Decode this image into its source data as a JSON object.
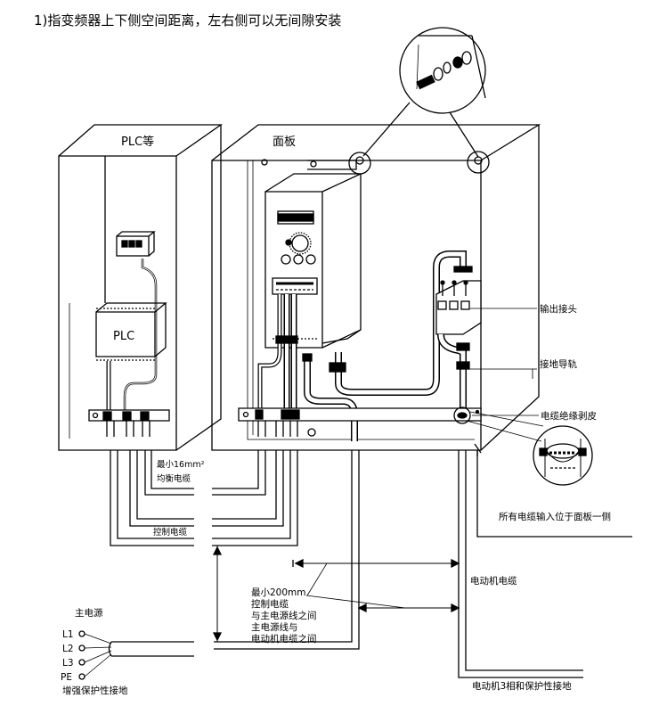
{
  "title": "1)指变频器上下侧空间距离，左右侧可以无间隙安装",
  "cabinet_left": {
    "label": "PLC等",
    "device_label": "PLC"
  },
  "cabinet_right": {
    "label": "面板"
  },
  "callouts": {
    "output_terminal": "输出接头",
    "ground_rail": "接地导轨",
    "cable_stripped": "电缆绝缘剥皮",
    "all_cables_note": "所有电缆输入位于面板一侧",
    "motor_cable": "电动机电缆",
    "motor_cable_bottom": "电动机3相和保护性接地"
  },
  "left_notes": {
    "min_16": "最小16mm²",
    "balance_cable": "均衡电缆",
    "control_cable": "控制电缆"
  },
  "spacing_note": [
    "最小200mm",
    "控制电缆",
    "与主电源线之间",
    "主电源线与",
    "电动机电缆之间"
  ],
  "mains": {
    "title": "主电源",
    "terminals": [
      "L1",
      "L2",
      "L3",
      "PE"
    ],
    "pe_note": "增强保护性接地"
  }
}
